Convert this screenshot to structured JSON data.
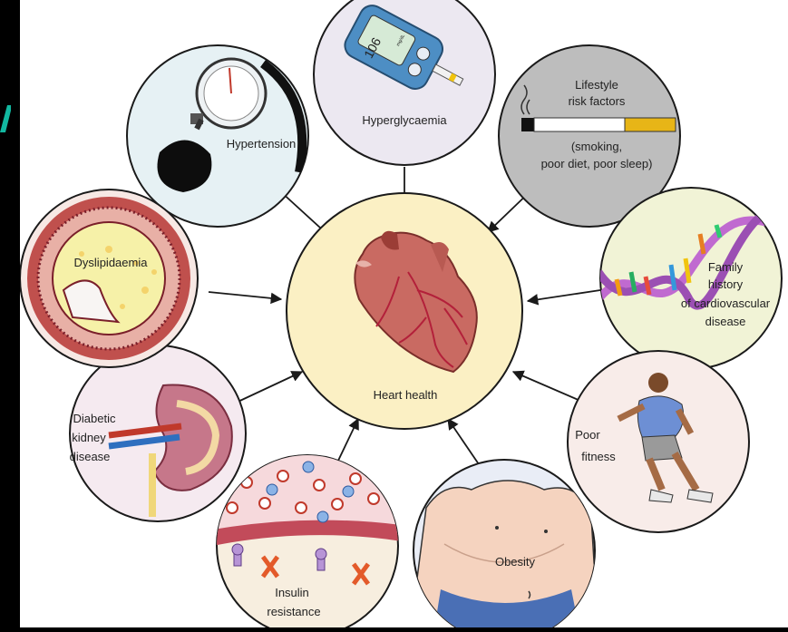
{
  "center": {
    "label": "Heart health"
  },
  "nodes": [
    {
      "id": "hypertension",
      "label": [
        "Hypertension"
      ]
    },
    {
      "id": "hyperglycaemia",
      "label": [
        "Hyperglycaemia"
      ],
      "meter_reading": "106",
      "meter_unit": "mg/dL"
    },
    {
      "id": "lifestyle",
      "label": [
        "Lifestyle",
        "risk factors",
        "(smoking,",
        "poor diet, poor sleep)"
      ]
    },
    {
      "id": "family-history",
      "label": [
        "Family",
        "history",
        "of cardiovascular",
        "disease"
      ]
    },
    {
      "id": "poor-fitness",
      "label": [
        "Poor",
        "fitness"
      ]
    },
    {
      "id": "obesity",
      "label": [
        "Obesity"
      ]
    },
    {
      "id": "insulin-resistance",
      "label": [
        "Insulin",
        "resistance"
      ]
    },
    {
      "id": "diabetic-kidney",
      "label": [
        "Diabetic",
        "kidney",
        "disease"
      ]
    },
    {
      "id": "dyslipidaemia",
      "label": [
        "Dyslipidaemia"
      ]
    }
  ],
  "colors": {
    "center_fill": "#fbf0c4",
    "node_stroke": "#1a1a1a",
    "arrow": "#1a1a1a",
    "heart": "#c96a62",
    "vessel": "#b3203a",
    "lifestyle_bg": "#bdbdbd",
    "family_bg": "#f1f3d6",
    "fitness_bg": "#f8ece9",
    "obesity_bg": "#e9edf6",
    "insulin_bg": "#f7eedf",
    "kidney_bg": "#f5eaf0",
    "dyslip_bg": "#f7e8e4",
    "hyperten_bg": "#e6f1f4",
    "hypergly_bg": "#ece8f1",
    "edge_mark": "#12b8a0"
  }
}
